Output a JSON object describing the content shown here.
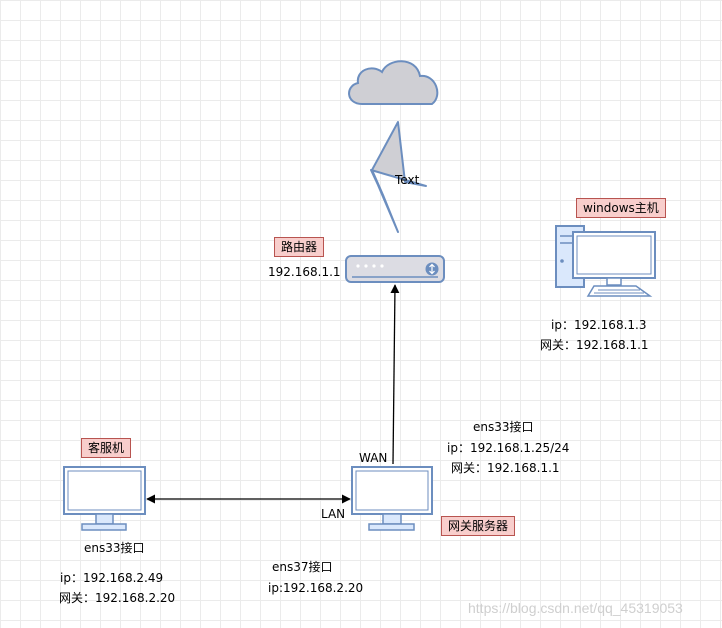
{
  "labels": {
    "router": "路由器",
    "windows_host": "windows主机",
    "client": "客服机",
    "gateway_server": "网关服务器"
  },
  "cloud_link_text": "Text",
  "router_ip": "192.168.1.1",
  "windows_info": {
    "ip_label": "ip：",
    "ip_value": "192.168.1.3",
    "gw_label": "网关：",
    "gw_value": "192.168.1.1"
  },
  "gateway_ens33": {
    "title": "ens33接口",
    "ip_label": "ip：",
    "ip_value": "192.168.1.25/24",
    "gw_label": "网关：",
    "gw_value": "192.168.1.1"
  },
  "client_ens33": {
    "title": "ens33接口",
    "ip_label": "ip：",
    "ip_value": "192.168.2.49",
    "gw_label": "网关：",
    "gw_value": "192.168.2.20"
  },
  "gateway_ens37": {
    "title": "ens37接口",
    "ip_line": "ip:192.168.2.20"
  },
  "port_labels": {
    "wan": "WAN",
    "lan": "LAN"
  },
  "watermark": "https://blog.csdn.net/qq_45319053",
  "colors": {
    "node_stroke": "#6c8ebf",
    "node_fill": "#dae8fc",
    "tag_fill": "#f8cecc",
    "tag_stroke": "#b85450",
    "cloud_fill": "#cfcfd4",
    "bolt_fill": "#cfcfd4"
  }
}
